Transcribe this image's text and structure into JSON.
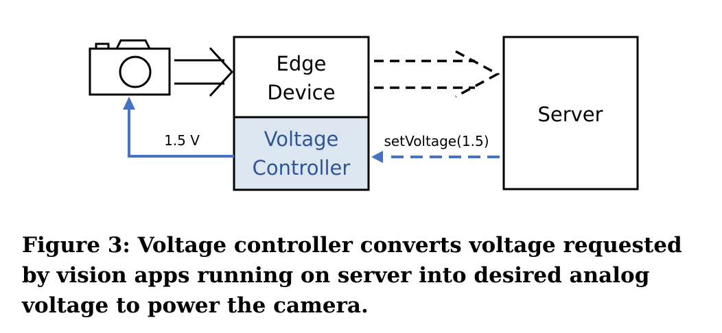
{
  "diagram": {
    "edge_device_line1": "Edge",
    "edge_device_line2": "Device",
    "voltage_controller_line1": "Voltage",
    "voltage_controller_line2": "Controller",
    "server_label": "Server",
    "voltage_value_label": "1.5 V",
    "set_voltage_label": "setVoltage(1.5)",
    "colors": {
      "controller_fill": "#dbe6f1",
      "controller_text": "#2f5597",
      "feedback_arrow": "#4472c4",
      "stroke": "#000000"
    },
    "icons": [
      "camera-icon"
    ]
  },
  "caption": {
    "text": "Figure 3: Voltage controller converts voltage requested by vision apps running on server into desired analog voltage to power the camera."
  }
}
